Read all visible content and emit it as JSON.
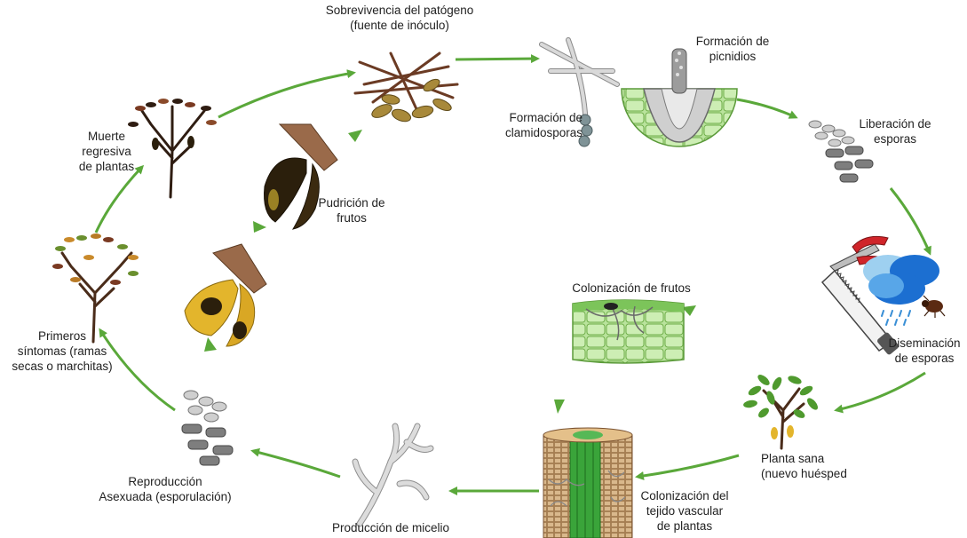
{
  "labels": {
    "sobrevivencia": [
      "Sobrevivencia del patógeno",
      "(fuente de inóculo)"
    ],
    "picnidios": [
      "Formación de",
      "picnidios"
    ],
    "clamidosporas": [
      "Formación de",
      "clamidosporas"
    ],
    "liberacion": [
      "Liberación de",
      "esporas"
    ],
    "diseminacion": [
      "Diseminación",
      "de esporas"
    ],
    "planta_sana": [
      "Planta sana",
      "(nuevo huésped"
    ],
    "colonizacion_vascular": [
      "Colonización del",
      "tejido vascular",
      "de plantas"
    ],
    "micelio": [
      "Producción de micelio"
    ],
    "reproduccion": [
      "Reproducción",
      "Asexuada (esporulación)"
    ],
    "primeros_sintomas": [
      "Primeros",
      "síntomas (ramas",
      "secas o marchitas)"
    ],
    "muerte": [
      "Muerte",
      "regresiva",
      "de plantas"
    ],
    "pudricion": [
      "Pudrición de",
      "frutos"
    ],
    "colonizacion_frutos": [
      "Colonización de frutos"
    ]
  },
  "colors": {
    "arrow": "#5aa83a",
    "leaf_green": "#4f9a2e",
    "trunk": "#4a2c1a",
    "fruit_yellow": "#e3b52c",
    "fruit_dark": "#2b1f0c",
    "tissue_green": "#a9d98a",
    "cloud_blue": "#1c6fd1",
    "spore_gray": "#8c8c8c"
  }
}
